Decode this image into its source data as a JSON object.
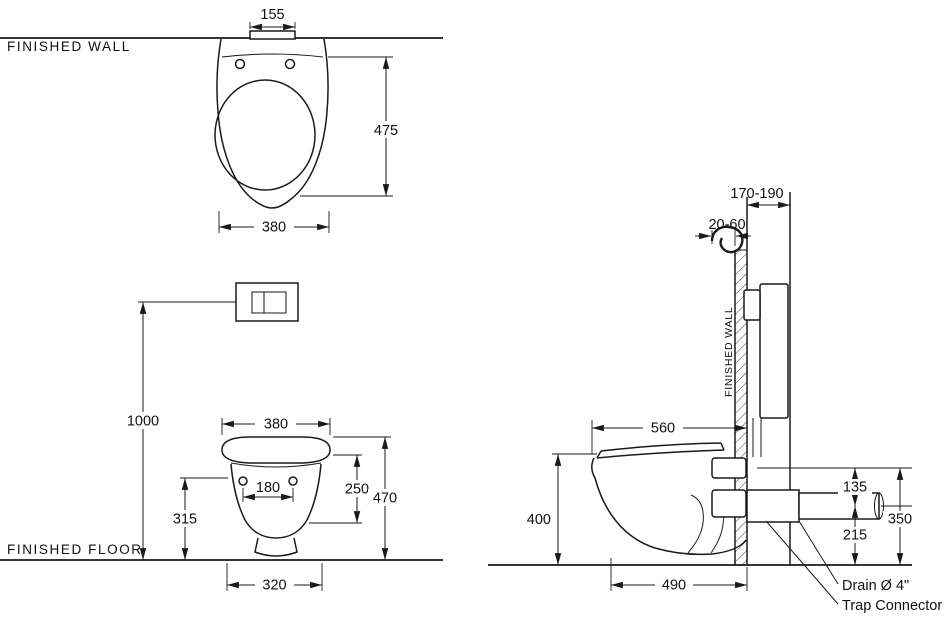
{
  "drawing": {
    "wall_label_top": "FINISHED WALL",
    "floor_label": "FINISHED FLOOR",
    "wall_label_side": "FINISHED WALL",
    "top_view": {
      "plate_width": "155",
      "depth": "475",
      "width": "380"
    },
    "front_view": {
      "actuator_height": "1000",
      "width": "380",
      "seat_depth": "250",
      "total_height": "470",
      "rim_height": "315",
      "hole_spacing": "180",
      "base_width": "320"
    },
    "side_view": {
      "frame_depth": "170-190",
      "supply_offset": "20-60",
      "depth_total": "560",
      "height": "400",
      "inlet_to_drain": "135",
      "inlet_height": "350",
      "drain_height": "215",
      "projection": "490",
      "drain_label": "Drain Ø 4\"",
      "trap_label": "Trap Connector"
    }
  }
}
